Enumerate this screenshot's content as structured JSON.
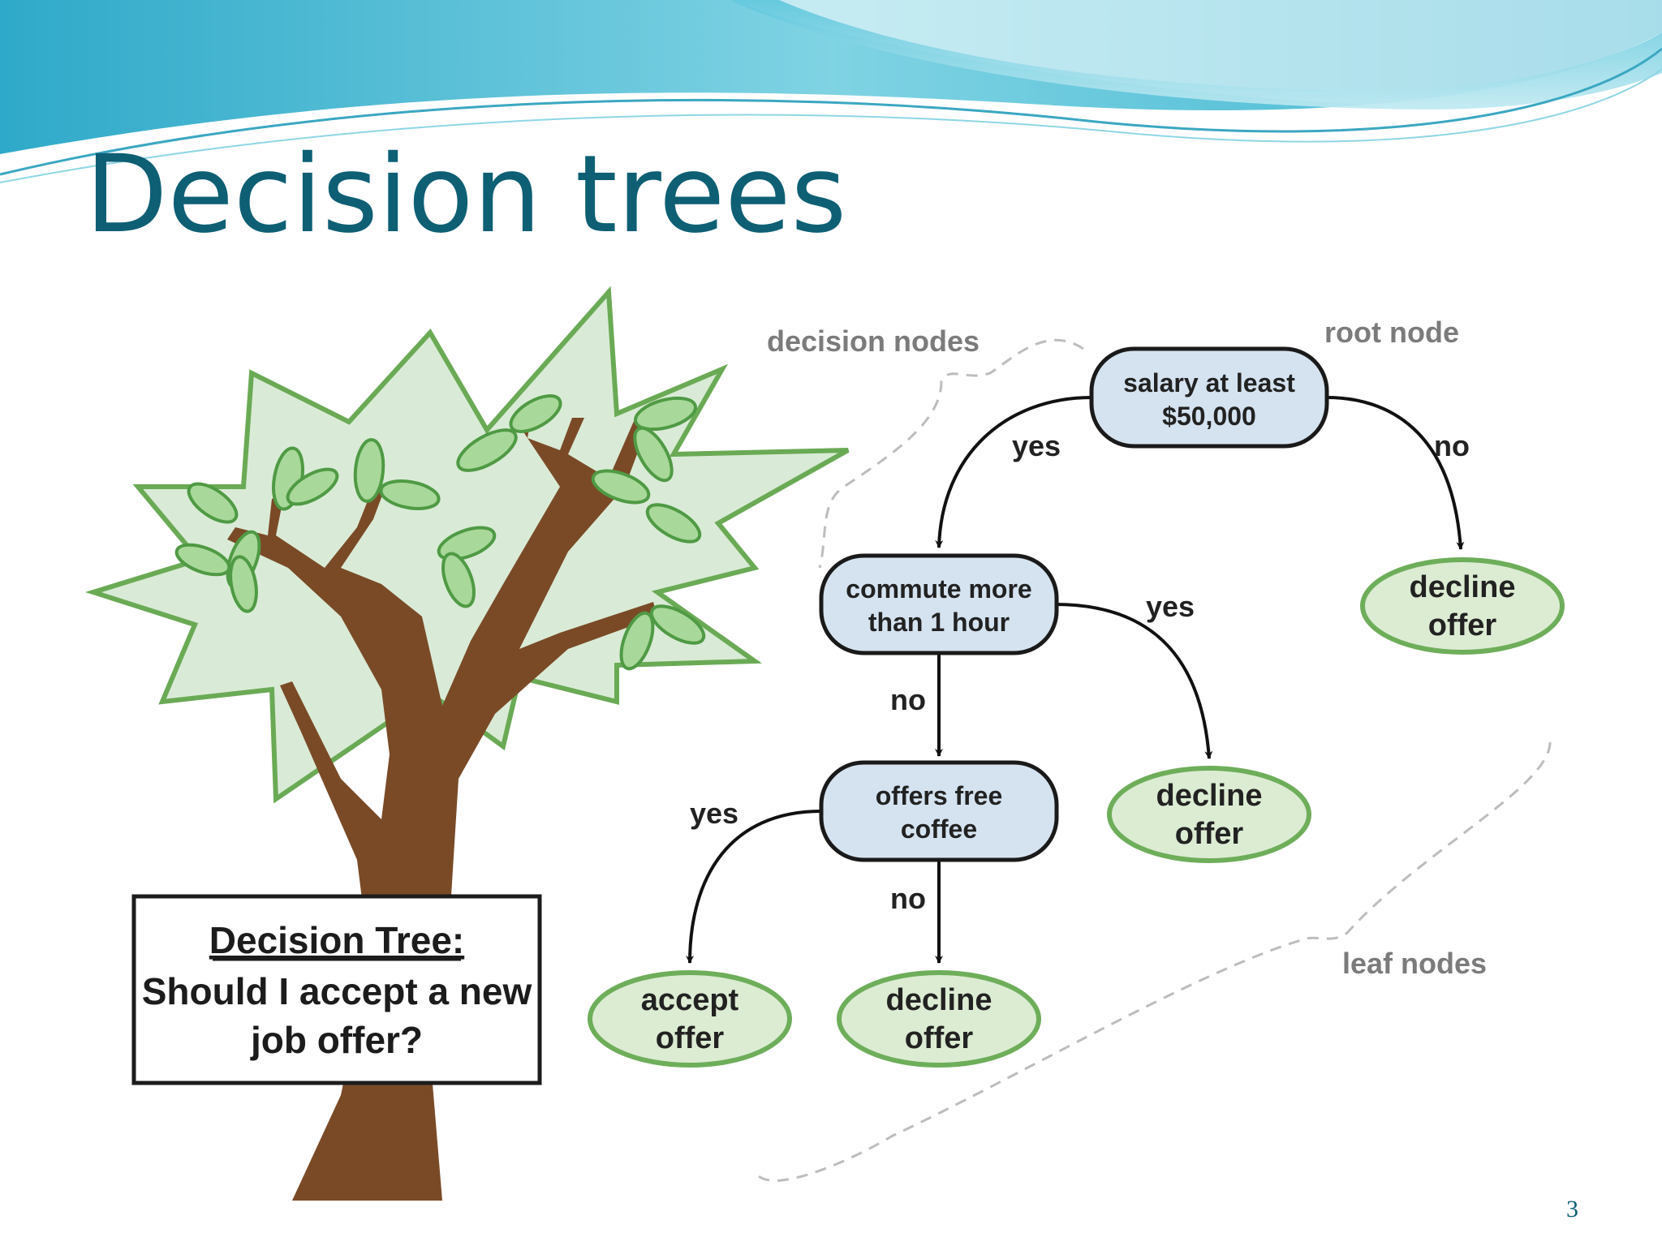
{
  "slide": {
    "title": "Decision trees",
    "page_number": "3"
  },
  "sign": {
    "heading": "Decision Tree:",
    "line1": "Should I accept a new",
    "line2": "job offer?"
  },
  "annotations": {
    "decision_nodes": "decision nodes",
    "root_node": "root node",
    "leaf_nodes": "leaf nodes"
  },
  "nodes": {
    "salary": {
      "line1": "salary at least",
      "line2": "$50,000"
    },
    "commute": {
      "line1": "commute more",
      "line2": "than 1 hour"
    },
    "coffee": {
      "line1": "offers free",
      "line2": "coffee"
    }
  },
  "leaves": {
    "decline_1": {
      "line1": "decline",
      "line2": "offer"
    },
    "decline_2": {
      "line1": "decline",
      "line2": "offer"
    },
    "accept": {
      "line1": "accept",
      "line2": "offer"
    },
    "decline_3": {
      "line1": "decline",
      "line2": "offer"
    }
  },
  "edges": {
    "salary_yes": "yes",
    "salary_no": "no",
    "commute_yes": "yes",
    "commute_no": "no",
    "coffee_yes": "yes",
    "coffee_no": "no"
  },
  "colors": {
    "title": "#0e5f74",
    "decision_node_fill": "#d5e3f0",
    "leaf_node_fill": "#dcecd3",
    "leaf_node_stroke": "#6eae5a",
    "trunk": "#7a4a27",
    "foliage": "#d9ebd6",
    "foliage_stroke": "#6aaa55",
    "wave": "#5bc2d6"
  }
}
